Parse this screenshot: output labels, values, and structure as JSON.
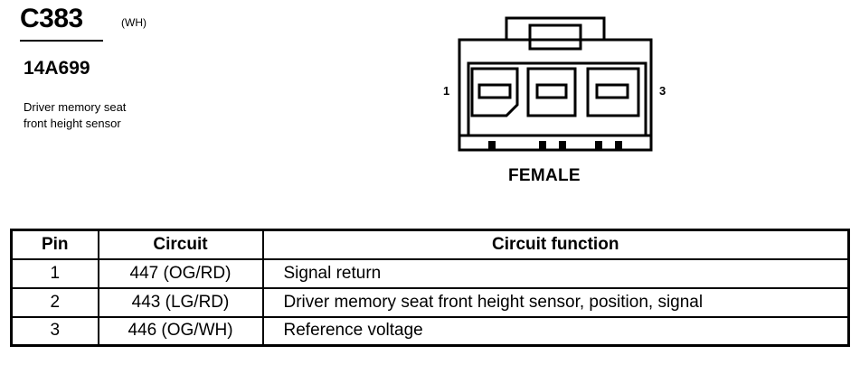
{
  "connector": {
    "id": "C383",
    "color_code": "(WH)",
    "part_number": "14A699",
    "description_lines": [
      "Driver memory seat",
      "front height sensor"
    ],
    "pin_labels": [
      "1",
      "3"
    ],
    "gender": "FEMALE"
  },
  "table": {
    "headers": [
      "Pin",
      "Circuit",
      "Circuit function"
    ],
    "rows": [
      {
        "pin": "1",
        "circuit": "447 (OG/RD)",
        "function": "Signal return"
      },
      {
        "pin": "2",
        "circuit": "443 (LG/RD)",
        "function": "Driver memory seat front height sensor, position, signal"
      },
      {
        "pin": "3",
        "circuit": "446 (OG/WH)",
        "function": "Reference voltage"
      }
    ]
  }
}
